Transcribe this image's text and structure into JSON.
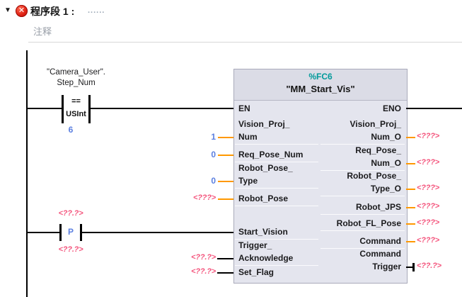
{
  "header": {
    "collapse_icon": "▼",
    "error_icon": "✕",
    "title": "程序段 1 :",
    "title_placeholder": "......",
    "comment_placeholder": "注释"
  },
  "rung1": {
    "operand": {
      "line1": "\"Camera_User\".",
      "line2": "Step_Num"
    },
    "compare": {
      "op": "==",
      "dtype": "USInt",
      "value": "6"
    }
  },
  "rung2": {
    "edge": {
      "letter": "P",
      "above": "<??.?>",
      "below": "<??.?>"
    }
  },
  "block": {
    "number": "%FC6",
    "title": "\"MM_Start_Vis\"",
    "inputs": [
      {
        "lines": [
          "EN"
        ],
        "value": ""
      },
      {
        "lines": [
          "Vision_Proj_",
          "Num"
        ],
        "value": "1"
      },
      {
        "lines": [
          "Req_Pose_Num"
        ],
        "value": "0"
      },
      {
        "lines": [
          "Robot_Pose_",
          "Type"
        ],
        "value": "0"
      },
      {
        "lines": [
          "Robot_Pose"
        ],
        "value": "<???>"
      },
      {
        "lines": [
          "Start_Vision"
        ],
        "value": ""
      },
      {
        "lines": [
          "Trigger_",
          "Acknowledge"
        ],
        "value": "<??.?>"
      },
      {
        "lines": [
          "Set_Flag"
        ],
        "value": "<??.?>"
      }
    ],
    "outputs": [
      {
        "lines": [
          "ENO"
        ],
        "value": ""
      },
      {
        "lines": [
          "Vision_Proj_",
          "Num_O"
        ],
        "value": "<???>"
      },
      {
        "lines": [
          "Req_Pose_",
          "Num_O"
        ],
        "value": "<???>"
      },
      {
        "lines": [
          "Robot_Pose_",
          "Type_O"
        ],
        "value": "<???>"
      },
      {
        "lines": [
          "Robot_JPS"
        ],
        "value": "<???>"
      },
      {
        "lines": [
          "Robot_FL_Pose"
        ],
        "value": "<???>"
      },
      {
        "lines": [
          "Command"
        ],
        "value": "<???>"
      },
      {
        "lines": [
          "Command",
          "Trigger"
        ],
        "value": "<??.?>"
      }
    ]
  },
  "colors": {
    "wire_orange": "#ff9800",
    "value_blue": "#5b7fe0",
    "placeholder_pink": "#f4547c",
    "block_number_teal": "#009a9a",
    "error_red": "#df2119"
  }
}
